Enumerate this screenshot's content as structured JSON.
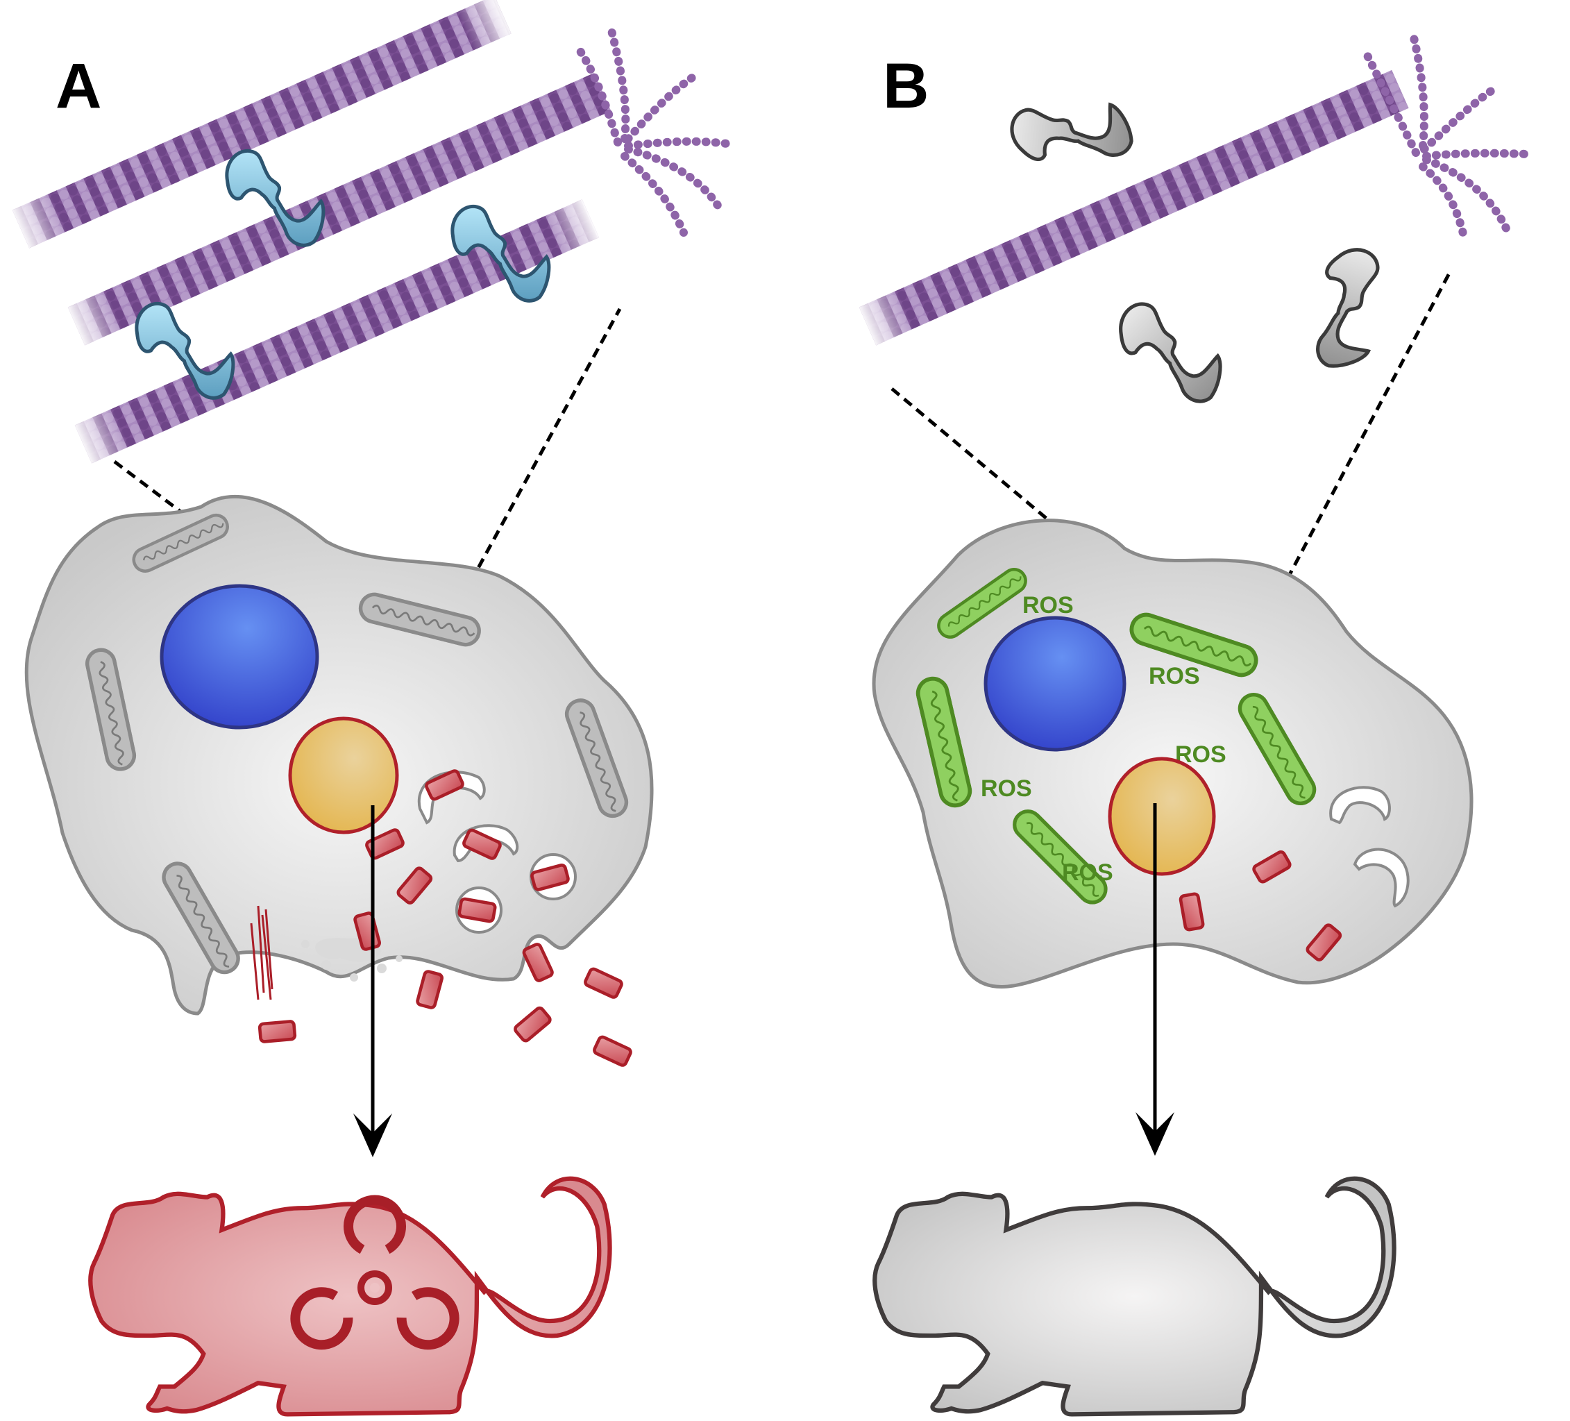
{
  "figure": {
    "panels": [
      {
        "label": "A",
        "condition": "microtubules stabilized by crosslinking proteins; cell releasing red particles; affected animal",
        "microtubule_count": 3,
        "crosslinker_count": 3,
        "crosslinker_color": "#a8dcf0",
        "mitochondria_state": "normal (grey)",
        "released_particles_visible": true,
        "animal_symbol": "biohazard-icon",
        "animal_color": "#e09a9e"
      },
      {
        "label": "B",
        "condition": "single depolymerizing microtubule; free grey proteins; ROS-producing mitochondria; healthy animal",
        "microtubule_count": 1,
        "free_protein_count": 3,
        "free_protein_color": "#d0d0d0",
        "mitochondria_state": "ROS-producing (green)",
        "ros_labels": [
          "ROS",
          "ROS",
          "ROS",
          "ROS",
          "ROS"
        ],
        "animal_color": "#dcdcdc"
      }
    ],
    "colors": {
      "microtubule_dark": "#7a4f93",
      "microtubule_light": "#a98ac0",
      "nucleus": "#3f55d4",
      "nucleus_outline": "#2e3585",
      "vacuole": "#e8c060",
      "vacuole_outline": "#b0202a",
      "particle": "#d46870",
      "particle_outline": "#aa1e28",
      "mito_green": "#8fd060",
      "mito_green_outline": "#4e8a22",
      "cell_fill": "#d6d6d6",
      "cell_outline": "#8a8a8a"
    }
  }
}
